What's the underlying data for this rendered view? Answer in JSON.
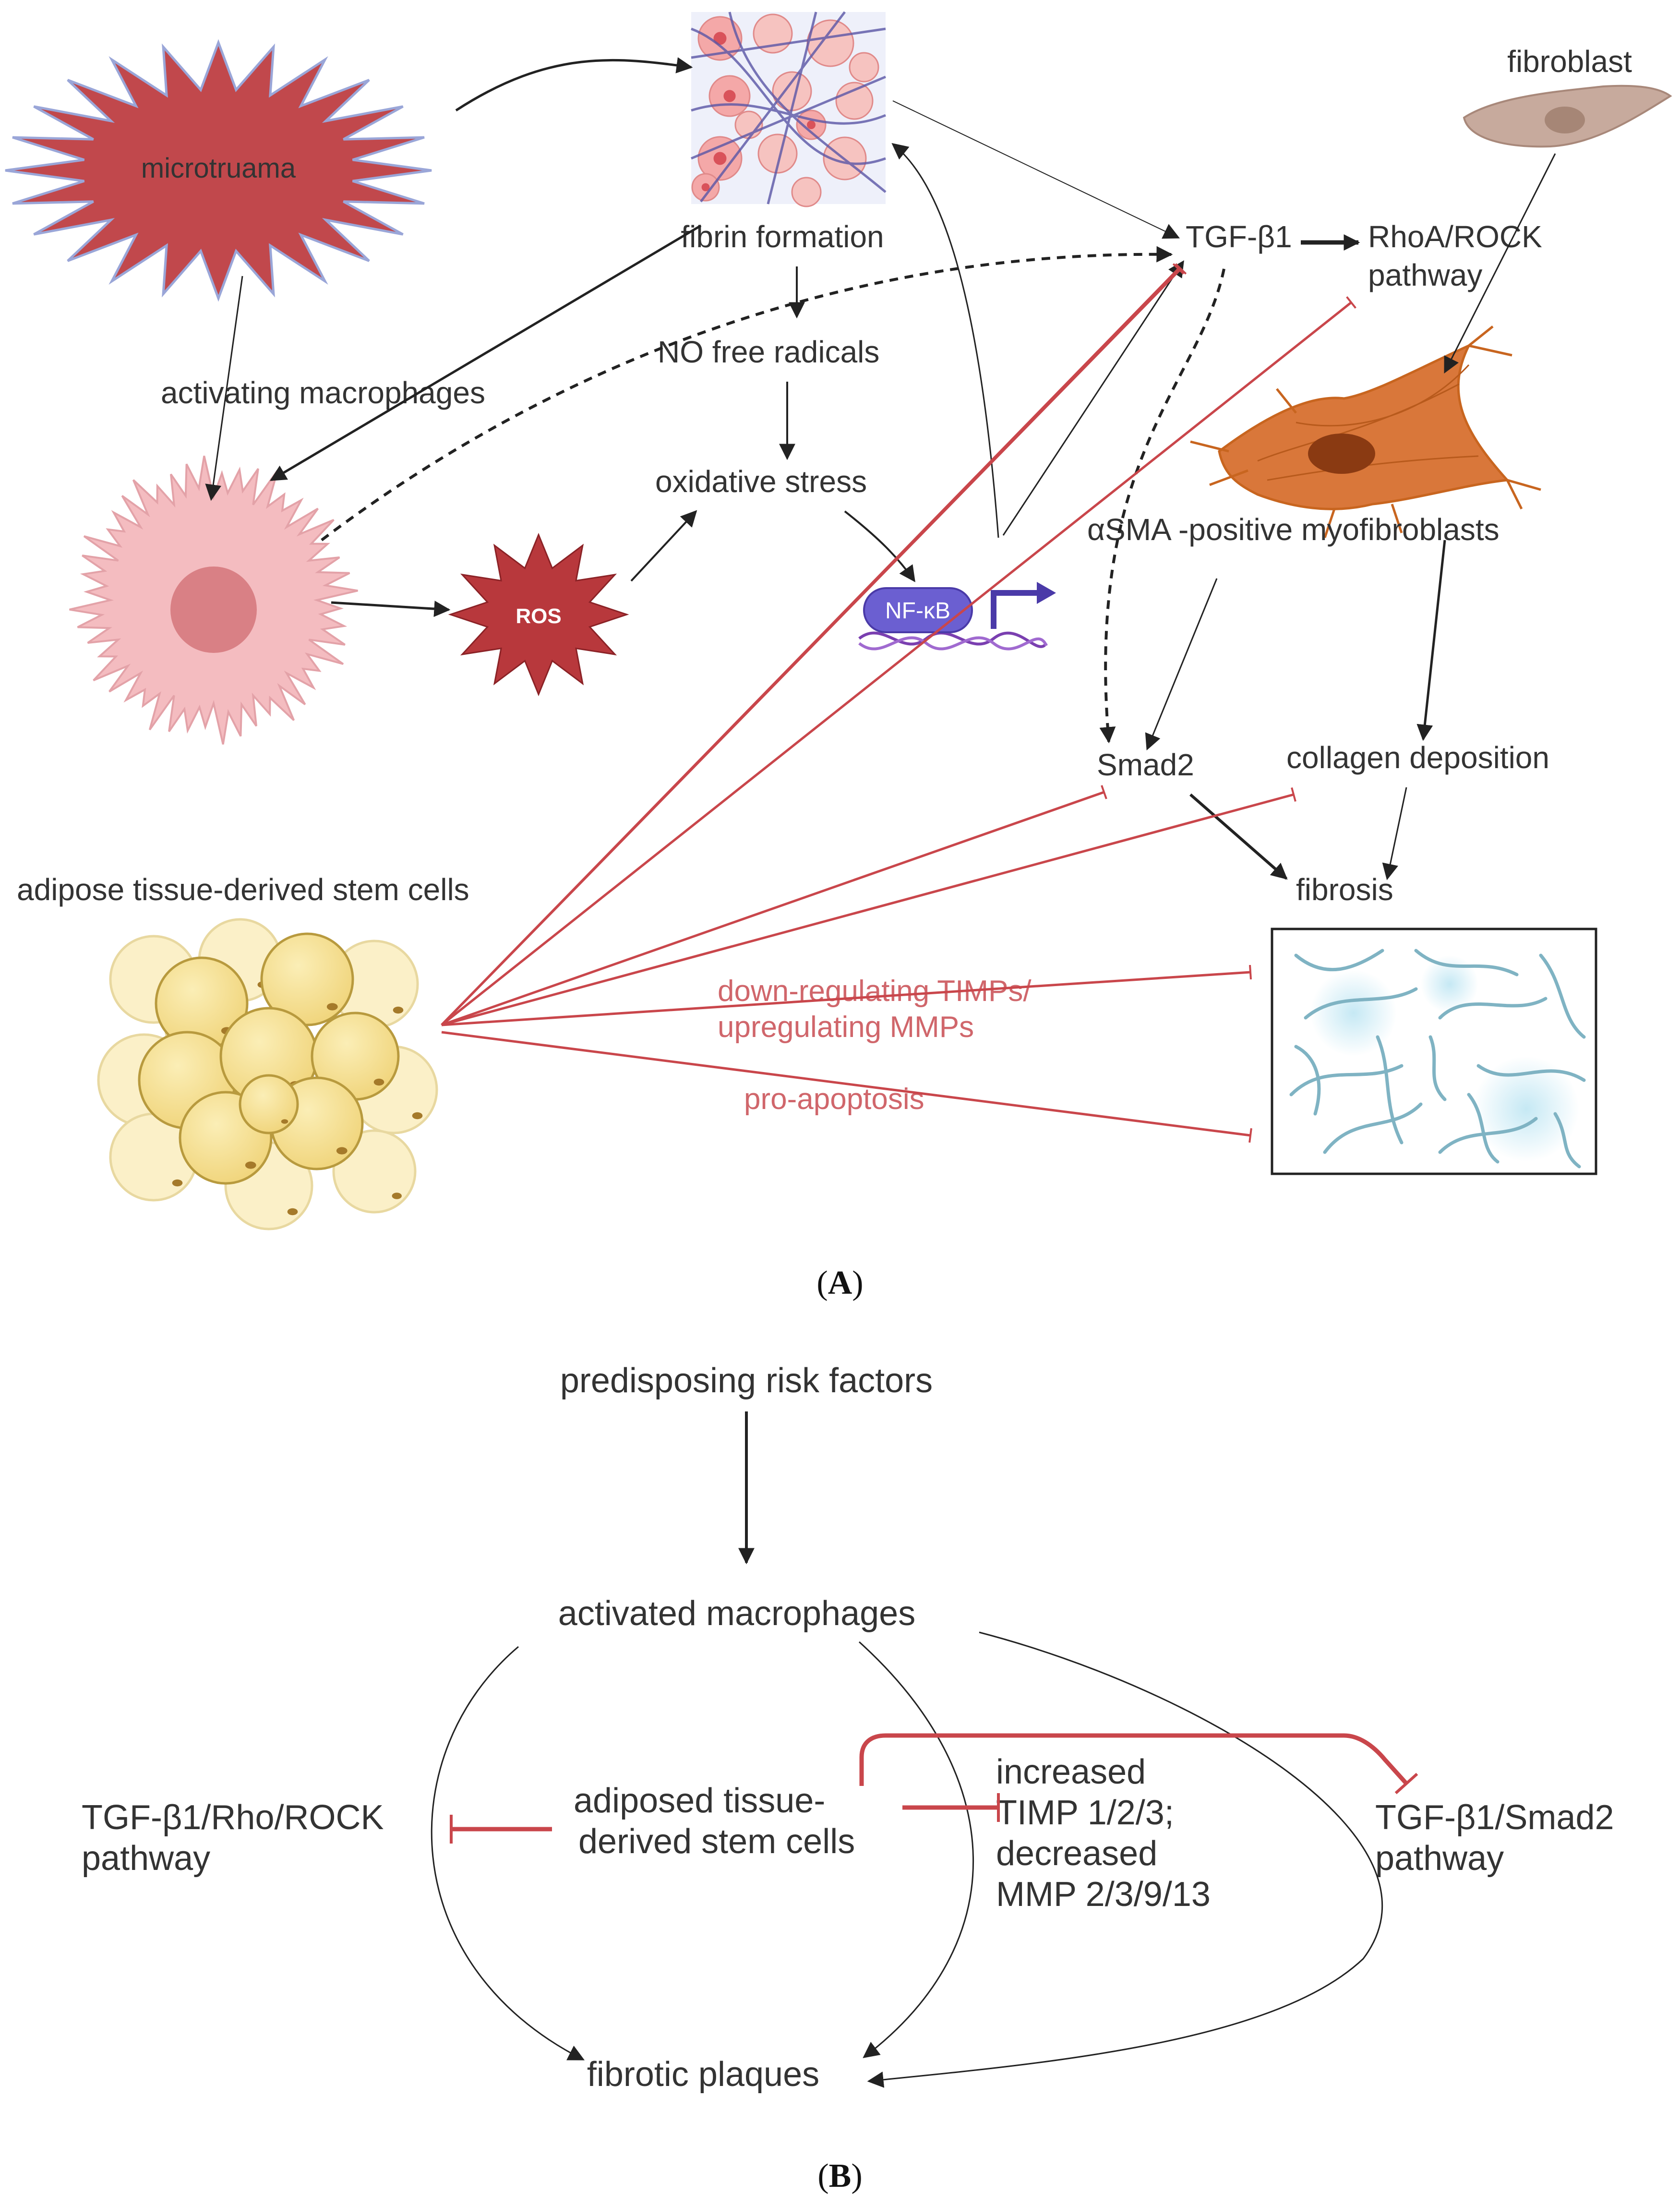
{
  "panel_a": {
    "label_open": "(",
    "label_letter": "A",
    "label_close": ")",
    "microtrauma": "microtruama",
    "fibrin_formation": "fibrin formation",
    "fibroblast": "fibroblast",
    "tgf_b1": "TGF-β1",
    "rhoa_rock_line1": "RhoA/ROCK",
    "rhoa_rock_line2": "pathway",
    "no_free_radicals": "NO free radicals",
    "activating_macrophages": "activating macrophages",
    "oxidative_stress": "oxidative stress",
    "myofibroblasts": "αSMA -positive myofibroblasts",
    "ros": "ROS",
    "nfkb": "NF-κB",
    "smad2": "Smad2",
    "collagen_deposition": "collagen deposition",
    "fibrosis": "fibrosis",
    "adsc": "adipose tissue-derived stem cells",
    "timps_line1": "down-regulating TIMPs/",
    "timps_line2": "upregulating MMPs",
    "pro_apoptosis": "pro-apoptosis"
  },
  "panel_b": {
    "label_open": "(",
    "label_letter": "B",
    "label_close": ")",
    "risk_factors": "predisposing risk factors",
    "activated_macrophages": "activated macrophages",
    "rho_rock_line1": "TGF-β1/Rho/ROCK",
    "rho_rock_line2": "pathway",
    "adsc_line1": "adiposed tissue-",
    "adsc_line2": "derived stem cells",
    "timp_line1": "increased",
    "timp_line2": "TIMP 1/2/3;",
    "timp_line3": "decreased",
    "timp_line4": "MMP 2/3/9/13",
    "smad2_line1": "TGF-β1/Smad2",
    "smad2_line2": "pathway",
    "fibrotic_plaques": "fibrotic plaques"
  },
  "colors": {
    "activation_arrow": "#222222",
    "inhibition": "#c9464b",
    "microtrauma_fill": "#c1484c",
    "ros_fill": "#b8383c",
    "macrophage_fill": "#f4bcc0",
    "nfkb_fill": "#6b5fd1",
    "myofibroblast_fill": "#d9773a",
    "fiber": "#7fb3c3",
    "adipocyte_fill": "#f5dc8c"
  }
}
